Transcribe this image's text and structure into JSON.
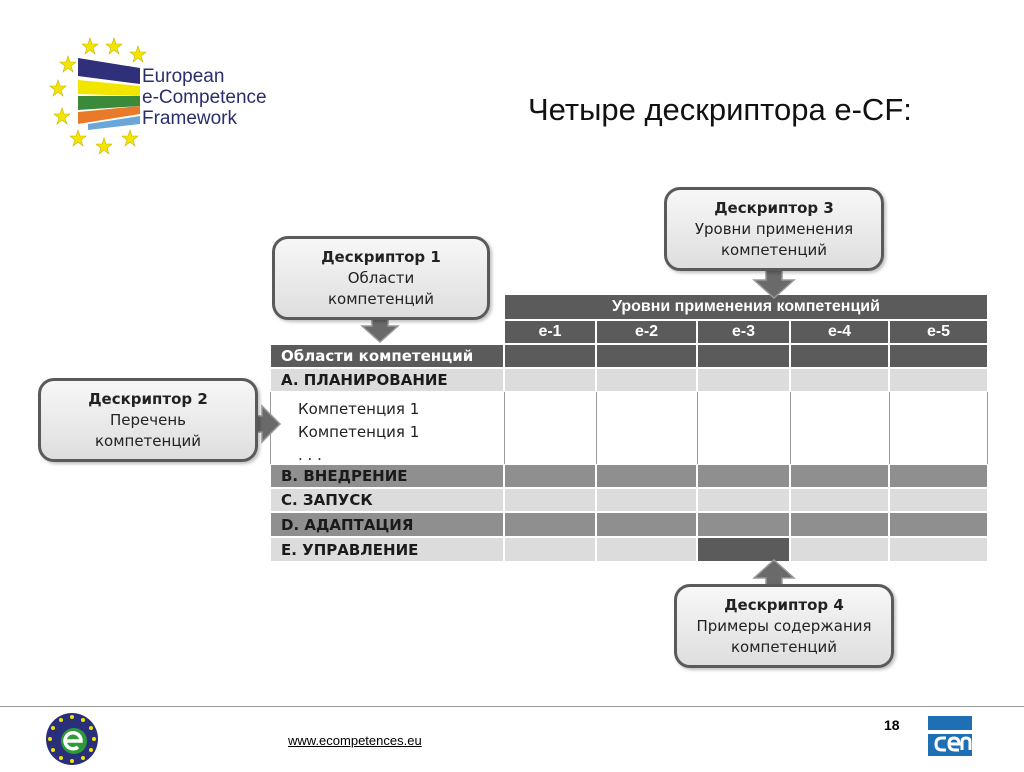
{
  "logo": {
    "line1": "European",
    "line2": "e-Competence",
    "line3": "Framework"
  },
  "title": "Четыре дескриптора  e-CF:",
  "table": {
    "levels_header": "Уровни применения компетенций",
    "levels": [
      "e-1",
      "e-2",
      "e-3",
      "e-4",
      "e-5"
    ],
    "areas_header": "Области компетенций",
    "rows": [
      "A. ПЛАНИРОВАНИЕ",
      "B. ВНЕДРЕНИЕ",
      "C. ЗАПУСК",
      "D. АДАПТАЦИЯ",
      "E. УПРАВЛЕНИЕ"
    ],
    "competences": [
      "Компетенция 1",
      "Компетенция 1",
      ". . ."
    ]
  },
  "descriptors": {
    "d1": {
      "title": "Дескриптор 1",
      "line1": "Области",
      "line2": "компетенций"
    },
    "d2": {
      "title": "Дескриптор 2",
      "line1": "Перечень",
      "line2": "компетенций"
    },
    "d3": {
      "title": "Дескриптор 3",
      "line1": "Уровни применения",
      "line2": "компетенций"
    },
    "d4": {
      "title": "Дескриптор 4",
      "line1": "Примеры содержания",
      "line2": "компетенций"
    }
  },
  "footer": {
    "url": "www.ecompetences.eu",
    "page_number": "18"
  },
  "colors": {
    "dark": "#5b5b5b",
    "mid": "#8f8f8f",
    "light": "#dcdcdc",
    "accent_blue": "#2a2f6b"
  }
}
